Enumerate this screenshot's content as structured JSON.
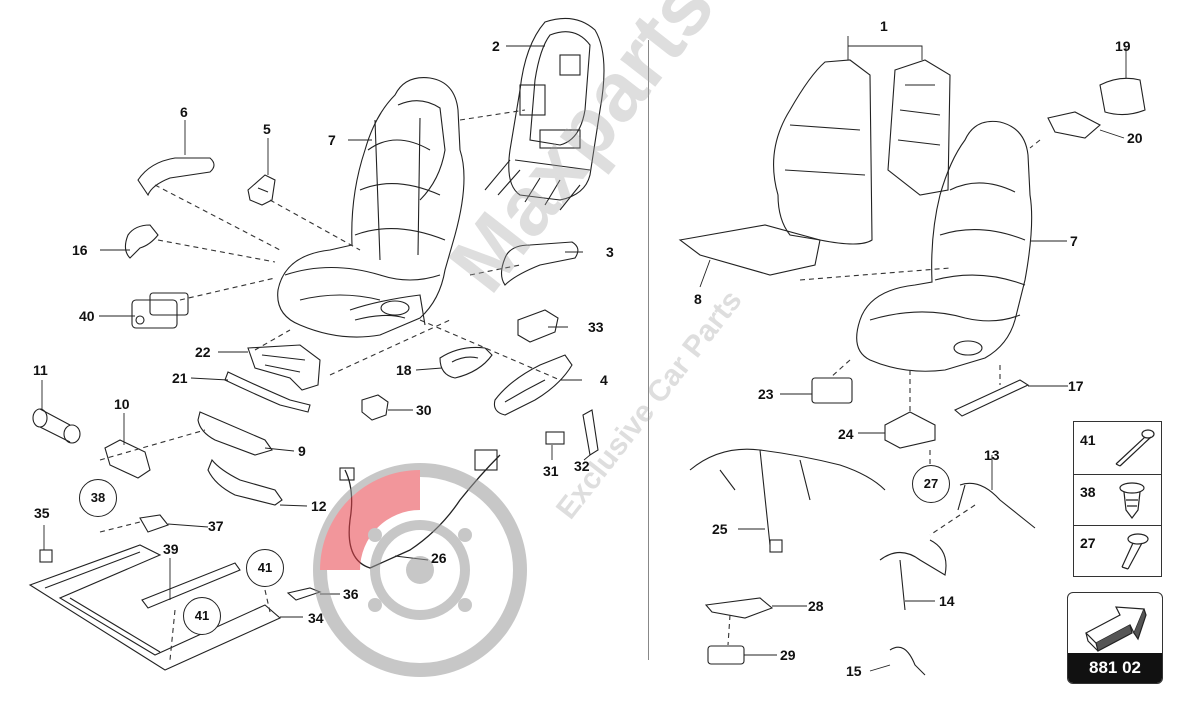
{
  "diagram": {
    "reference_code": "881 02",
    "callouts": {
      "c1": "1",
      "c2": "2",
      "c3": "3",
      "c4": "4",
      "c5": "5",
      "c6": "6",
      "c7a": "7",
      "c7b": "7",
      "c8": "8",
      "c9": "9",
      "c10": "10",
      "c11": "11",
      "c12": "12",
      "c13": "13",
      "c14": "14",
      "c15": "15",
      "c16": "16",
      "c17": "17",
      "c18": "18",
      "c19": "19",
      "c20": "20",
      "c21": "21",
      "c22": "22",
      "c23": "23",
      "c24": "24",
      "c25": "25",
      "c26": "26",
      "c28": "28",
      "c29": "29",
      "c30": "30",
      "c31": "31",
      "c32": "32",
      "c33": "33",
      "c34": "34",
      "c35": "35",
      "c36": "36",
      "c37": "37",
      "c39": "39",
      "c40": "40"
    },
    "circle_refs": {
      "r38": "38",
      "r41a": "41",
      "r41b": "41",
      "r27": "27"
    },
    "legend": [
      {
        "num": "41",
        "icon": "bolt-icon"
      },
      {
        "num": "38",
        "icon": "clip-icon"
      },
      {
        "num": "27",
        "icon": "screw-icon"
      }
    ]
  },
  "watermark": {
    "brand": "Maxparts",
    "tagline": "Exclusive Car Parts",
    "colors": {
      "logo_red": "#e8414b",
      "logo_gray": "#9a9a9a"
    }
  }
}
